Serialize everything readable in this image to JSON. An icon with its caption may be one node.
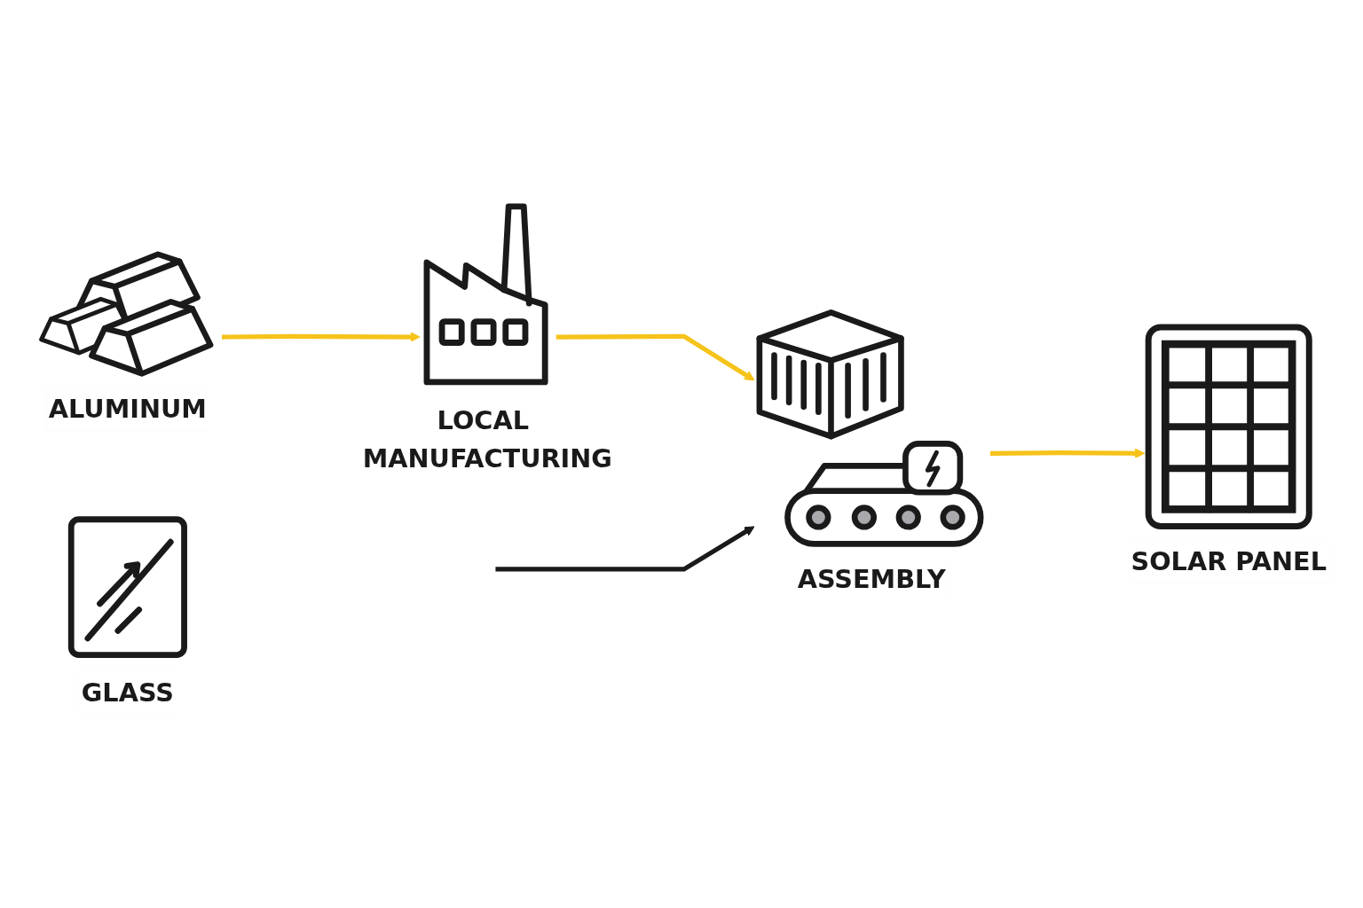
{
  "diagram": {
    "nodes": [
      {
        "text": [
          "ALUMINUM"
        ]
      },
      {
        "text": [
          "GLASS"
        ]
      },
      {
        "text": [
          "LOCAL MANUFACTURING"
        ]
      },
      {
        "text": [
          "ASSEMBLY"
        ]
      },
      {
        "text": [
          "SOLAR PANEL"
        ]
      }
    ],
    "edges": [
      {
        "from": 0,
        "to": 2,
        "arrow": "to"
      },
      {
        "from": 2,
        "to": 3,
        "arrow": "to"
      },
      {
        "from": 3,
        "to": 4,
        "arrow": "to"
      },
      {
        "from": null,
        "to": 3,
        "arrow": "to",
        "color": "#1a1a1a"
      }
    ]
  }
}
